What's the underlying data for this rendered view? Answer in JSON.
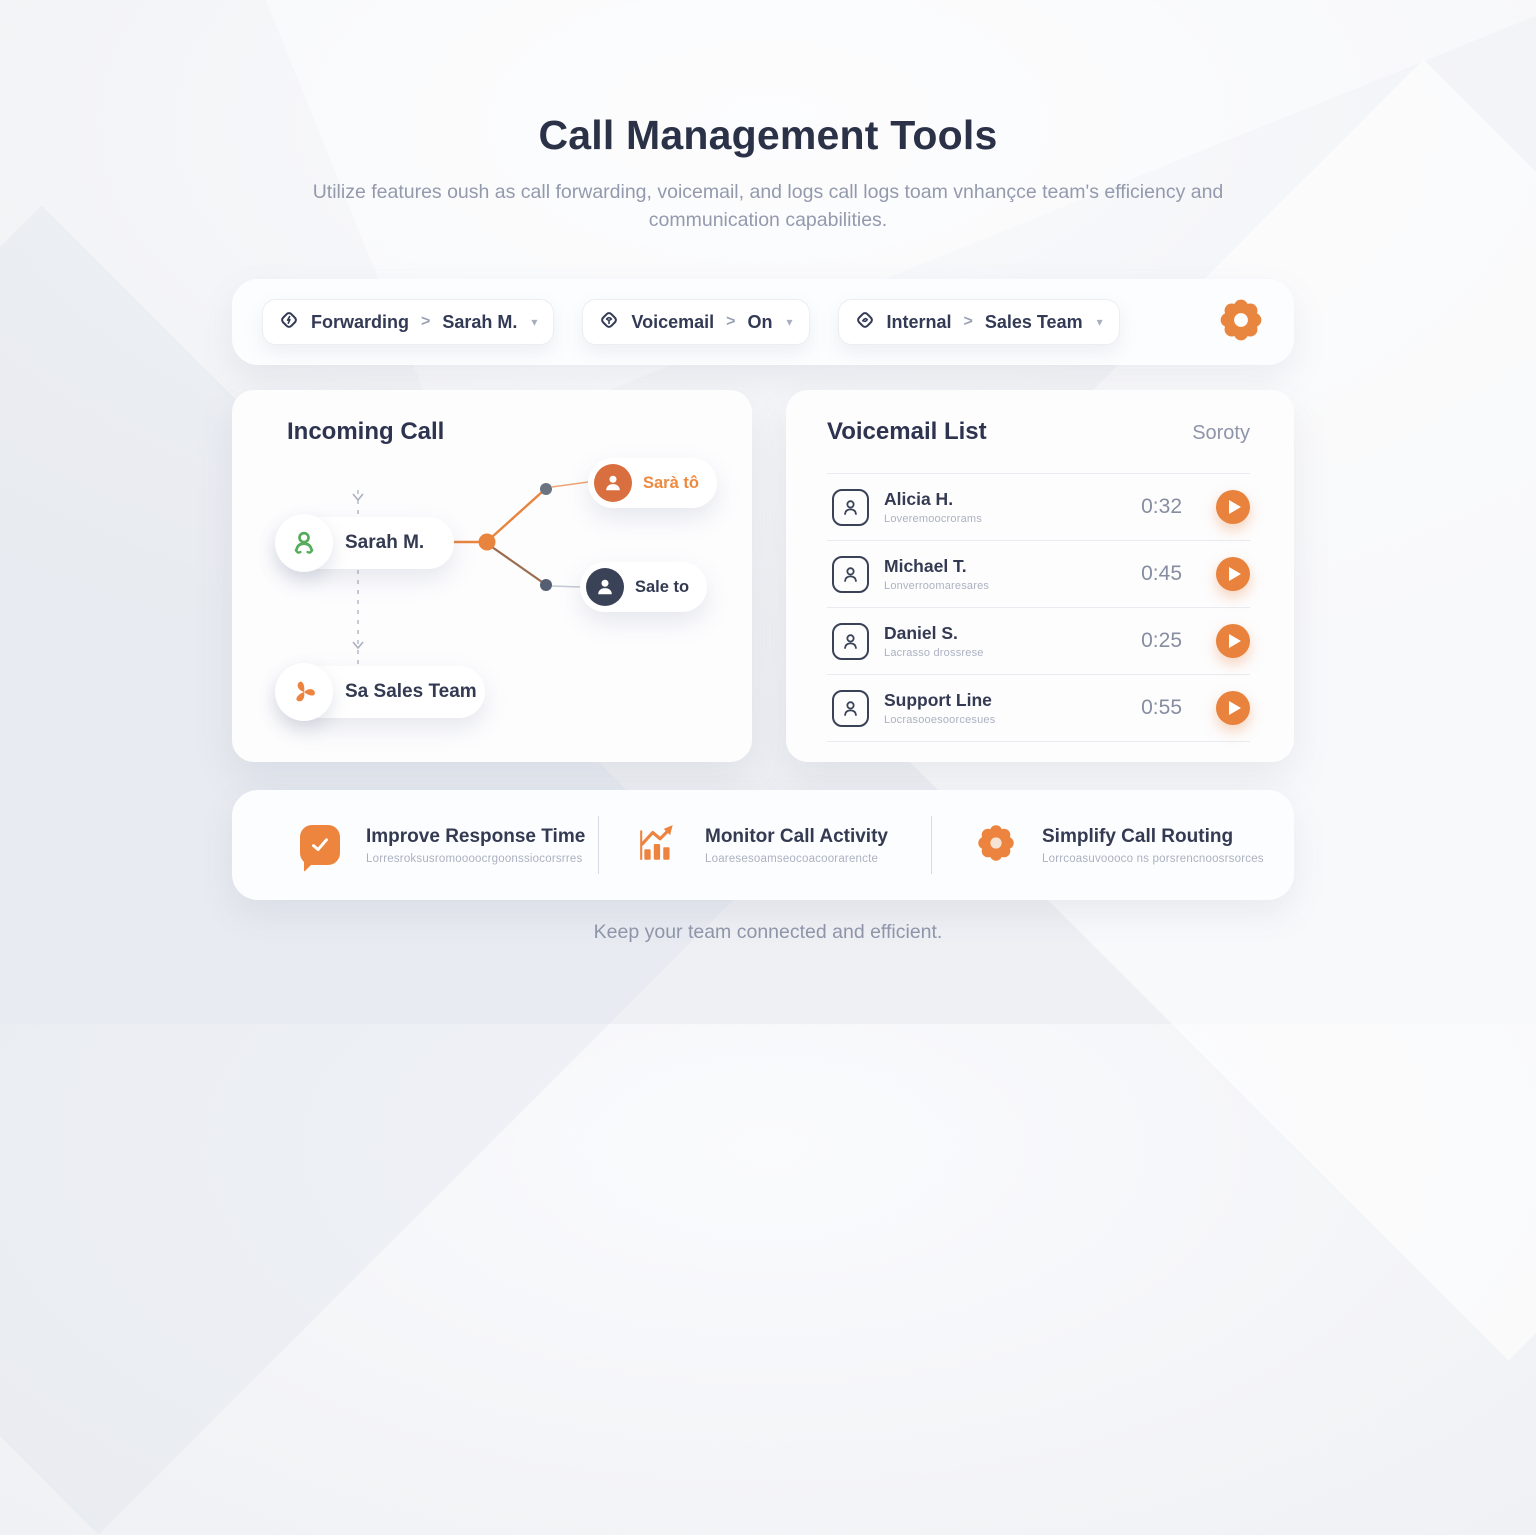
{
  "page": {
    "title": "Call Management Tools",
    "subtitle": "Utilize features oush as call forwarding, voicemail, and logs call logs toam vnhançce team's efficiency and communication capabilities.",
    "footer": "Keep your team connected and efficient."
  },
  "colors": {
    "accent_orange": "#e8843e",
    "navy": "#333a52",
    "green": "#55ad5b",
    "muted_gray": "#8f95a8"
  },
  "toolbar": {
    "pills": [
      {
        "label": "Forwarding",
        "sep": ">",
        "value": "Sarah M."
      },
      {
        "label": "Voicemail",
        "sep": ">",
        "value": "On"
      },
      {
        "label": "Internal",
        "sep": ">",
        "value": "Sales Team"
      }
    ]
  },
  "flow": {
    "title": "Incoming Call",
    "source_node": "Sarah M.",
    "branch_top_node": "Sarà tô",
    "branch_bottom_node": "Sale to",
    "team_node": "Sa Sales Team"
  },
  "voicemail": {
    "title": "Voicemail List",
    "sort_label": "Soroty",
    "items": [
      {
        "name": "Alicia H.",
        "subtitle": "Loveremoocrorams",
        "duration": "0:32"
      },
      {
        "name": "Michael T.",
        "subtitle": "Lonverroomaresares",
        "duration": "0:45"
      },
      {
        "name": "Daniel S.",
        "subtitle": "Lacrasso drossrese",
        "duration": "0:25"
      },
      {
        "name": "Support Line",
        "subtitle": "Locrasooesoorcesues",
        "duration": "0:55"
      }
    ]
  },
  "features": [
    {
      "title": "Improve Response Time",
      "subtitle": "Lorresroksusromoooocrgoonssiocorsrres"
    },
    {
      "title": "Monitor Call Activity",
      "subtitle": "Loaresesoamseocoacoorarencte"
    },
    {
      "title": "Simplify Call Routing",
      "subtitle": "Lorrcoasuvoooco ns porsrencnoosrsorces"
    }
  ]
}
